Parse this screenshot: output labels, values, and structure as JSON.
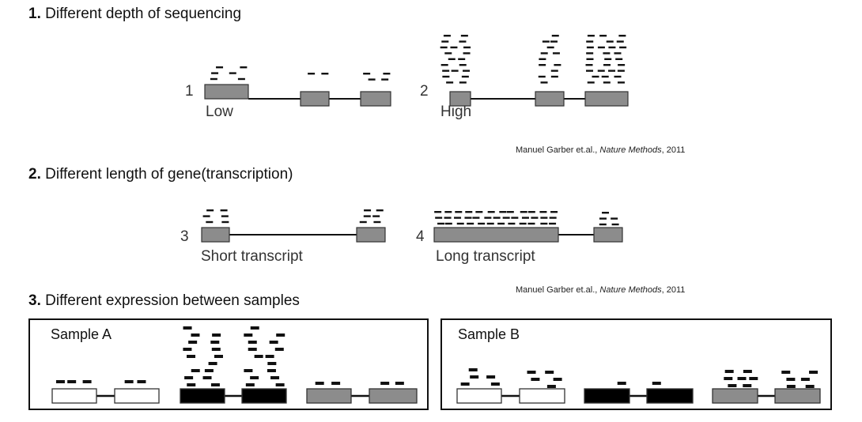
{
  "sections": [
    {
      "number": "1.",
      "title": "Different depth of sequencing"
    },
    {
      "number": "2.",
      "title": "Different length of gene(transcription)"
    },
    {
      "number": "3.",
      "title": "Different expression between samples"
    }
  ],
  "citation": {
    "author": "Manuel Garber et.al., ",
    "journal": "Nature Methods",
    "year": ", 2011"
  },
  "panel1": {
    "examples": [
      {
        "number": "1",
        "label": "Low"
      },
      {
        "number": "2",
        "label": "High"
      }
    ]
  },
  "panel2": {
    "examples": [
      {
        "number": "3",
        "label": "Short transcript"
      },
      {
        "number": "4",
        "label": "Long transcript"
      }
    ]
  },
  "panel3": {
    "samples": [
      {
        "label": "Sample A"
      },
      {
        "label": "Sample B"
      }
    ]
  },
  "colors": {
    "exon_gray": "#8c8c8c",
    "exon_black": "#000000",
    "exon_white": "#ffffff",
    "read": "#111111",
    "intron": "#111111"
  }
}
